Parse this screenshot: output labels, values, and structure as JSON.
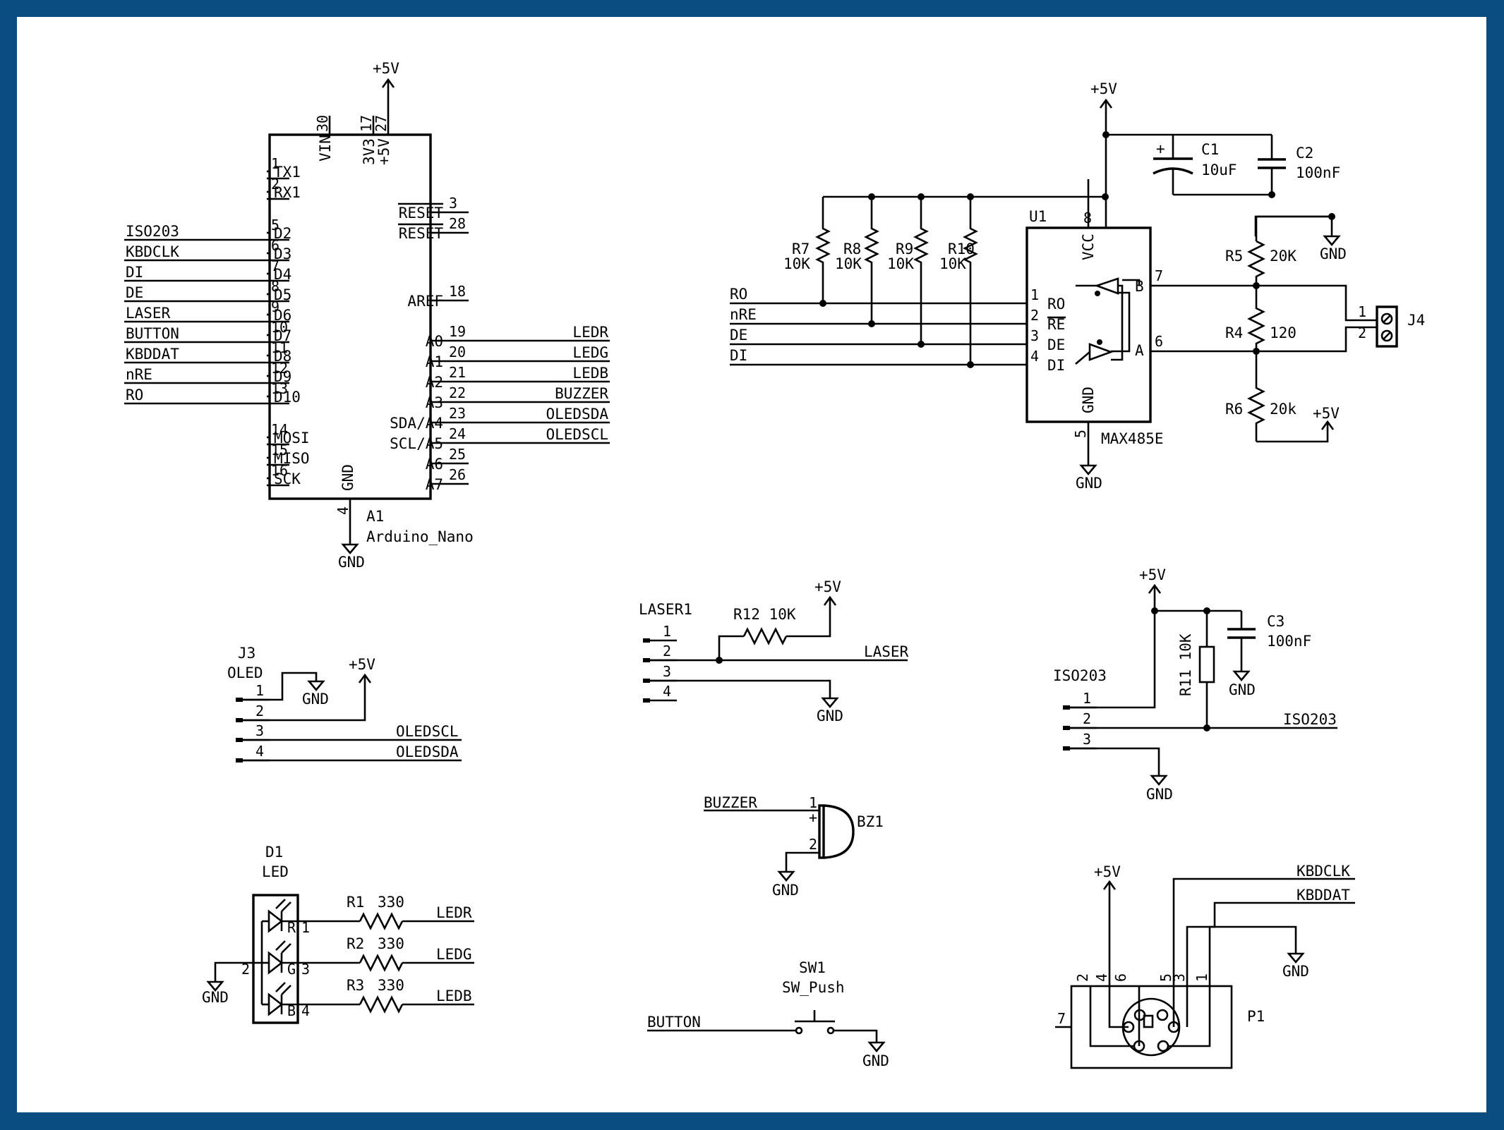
{
  "colors": {
    "border": "#0a4d80",
    "paper": "#ffffff",
    "ink": "#000000"
  },
  "power": {
    "vcc": "+5V",
    "gnd": "GND"
  },
  "nano": {
    "ref": "A1",
    "value": "Arduino_Nano",
    "left_pins": [
      {
        "num": "1",
        "name": "TX1",
        "net": ""
      },
      {
        "num": "2",
        "name": "RX1",
        "net": ""
      },
      {
        "num": "5",
        "name": "D2",
        "net": "ISO203"
      },
      {
        "num": "6",
        "name": "D3",
        "net": "KBDCLK"
      },
      {
        "num": "7",
        "name": "D4",
        "net": "DI"
      },
      {
        "num": "8",
        "name": "D5",
        "net": "DE"
      },
      {
        "num": "9",
        "name": "D6",
        "net": "LASER"
      },
      {
        "num": "10",
        "name": "D7",
        "net": "BUTTON"
      },
      {
        "num": "11",
        "name": "D8",
        "net": "KBDDAT"
      },
      {
        "num": "12",
        "name": "D9",
        "net": "nRE"
      },
      {
        "num": "13",
        "name": "D10",
        "net": "RO"
      },
      {
        "num": "14",
        "name": "MOSI",
        "net": ""
      },
      {
        "num": "15",
        "name": "MISO",
        "net": ""
      },
      {
        "num": "16",
        "name": "SCK",
        "net": ""
      }
    ],
    "right_pins": [
      {
        "num": "3",
        "name": "RESET",
        "net": ""
      },
      {
        "num": "28",
        "name": "RESET",
        "net": ""
      },
      {
        "num": "18",
        "name": "AREF",
        "net": ""
      },
      {
        "num": "19",
        "name": "A0",
        "net": "LEDR"
      },
      {
        "num": "20",
        "name": "A1",
        "net": "LEDG"
      },
      {
        "num": "21",
        "name": "A2",
        "net": "LEDB"
      },
      {
        "num": "22",
        "name": "A3",
        "net": "BUZZER"
      },
      {
        "num": "23",
        "name": "SDA/A4",
        "net": "OLEDSDA"
      },
      {
        "num": "24",
        "name": "SCL/A5",
        "net": "OLEDSCL"
      },
      {
        "num": "25",
        "name": "A6",
        "net": ""
      },
      {
        "num": "26",
        "name": "A7",
        "net": ""
      }
    ],
    "top_pins": [
      {
        "num": "30",
        "name": "VIN"
      },
      {
        "num": "17",
        "name": "3V3"
      },
      {
        "num": "27",
        "name": "+5V"
      }
    ],
    "bottom_pins": [
      {
        "num": "4",
        "name": "GND"
      }
    ]
  },
  "max485": {
    "ref": "U1",
    "value": "MAX485E",
    "left_pins": [
      {
        "num": "1",
        "name": "RO",
        "net": "RO"
      },
      {
        "num": "2",
        "name": "RE",
        "net": "nRE"
      },
      {
        "num": "3",
        "name": "DE",
        "net": "DE"
      },
      {
        "num": "4",
        "name": "DI",
        "net": "DI"
      }
    ],
    "right_pins": [
      {
        "num": "7",
        "name": "B"
      },
      {
        "num": "6",
        "name": "A"
      }
    ],
    "vcc_pin": {
      "num": "8",
      "name": "VCC"
    },
    "gnd_pin": {
      "num": "5",
      "name": "GND"
    }
  },
  "pullups": [
    {
      "ref": "R7",
      "value": "10K"
    },
    {
      "ref": "R8",
      "value": "10K"
    },
    {
      "ref": "R9",
      "value": "10K"
    },
    {
      "ref": "R10",
      "value": "10K"
    }
  ],
  "bus_parts": {
    "c1": {
      "ref": "C1",
      "value": "10uF"
    },
    "c2": {
      "ref": "C2",
      "value": "100nF"
    },
    "r5": {
      "ref": "R5",
      "value": "20K"
    },
    "r4": {
      "ref": "R4",
      "value": "120"
    },
    "r6": {
      "ref": "R6",
      "value": "20k"
    },
    "j4": {
      "ref": "J4",
      "pin1": "1",
      "pin2": "2"
    }
  },
  "oled": {
    "ref": "J3",
    "value": "OLED",
    "pins": [
      "1",
      "2",
      "3",
      "4"
    ],
    "nets": [
      "",
      "",
      "OLEDSCL",
      "OLEDSDA"
    ]
  },
  "laser": {
    "ref": "LASER1",
    "pins": [
      "1",
      "2",
      "3",
      "4"
    ],
    "net": "LASER",
    "r12": "R12 10K"
  },
  "iso": {
    "ref": "ISO203",
    "pins": [
      "1",
      "2",
      "3"
    ],
    "net": "ISO203",
    "r11": "R11 10K",
    "c3": {
      "ref": "C3",
      "value": "100nF"
    }
  },
  "led": {
    "ref": "D1",
    "value": "LED",
    "common_pin": "2",
    "channels": [
      {
        "letter": "R",
        "pin": "1",
        "res_ref": "R1",
        "res_val": "330",
        "net": "LEDR"
      },
      {
        "letter": "G",
        "pin": "3",
        "res_ref": "R2",
        "res_val": "330",
        "net": "LEDG"
      },
      {
        "letter": "B",
        "pin": "4",
        "res_ref": "R3",
        "res_val": "330",
        "net": "LEDB"
      }
    ]
  },
  "buzzer": {
    "ref": "BZ1",
    "net": "BUZZER",
    "pin1": "1",
    "pin2": "2",
    "plus": "+"
  },
  "switch": {
    "ref": "SW1",
    "value": "SW_Push",
    "net": "BUTTON"
  },
  "ps2": {
    "ref": "P1",
    "pins": [
      "2",
      "4",
      "6",
      "5",
      "3",
      "1"
    ],
    "shield_pin": "7",
    "net_clk": "KBDCLK",
    "net_dat": "KBDDAT"
  }
}
